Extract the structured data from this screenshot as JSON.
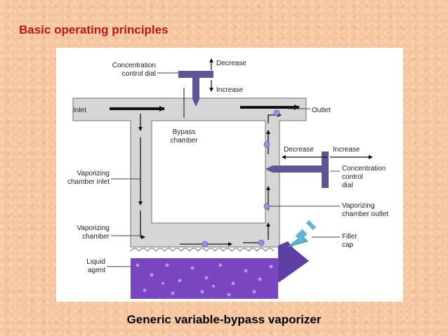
{
  "slide": {
    "title": "Basic operating principles",
    "caption": "Generic variable-bypass vaporizer"
  },
  "diagram": {
    "labels": {
      "concentration_dial_top_l1": "Concentration",
      "concentration_dial_top_l2": "control dial",
      "decrease_top": "Decrease",
      "increase_top": "Increase",
      "inlet": "Inlet",
      "outlet": "Outlet",
      "bypass_l1": "Bypass",
      "bypass_l2": "chamber",
      "decrease_right": "Decrease",
      "increase_right": "Increase",
      "concentration_right_l1": "Concentration",
      "concentration_right_l2": "control",
      "concentration_right_l3": "dial",
      "vap_inlet_l1": "Vaporizing",
      "vap_inlet_l2": "chamber inlet",
      "vap_outlet_l1": "Vaporizing",
      "vap_outlet_l2": "chamber outlet",
      "vap_chamber_l1": "Vaporizing",
      "vap_chamber_l2": "chamber",
      "filler_l1": "Filler",
      "filler_l2": "cap",
      "liquid_l1": "Liquid",
      "liquid_l2": "agent"
    },
    "colors": {
      "body": "#d6d6d6",
      "body_stroke": "#9a9a9a",
      "dial": "#5e5496",
      "liquid": "#7a45c0",
      "bubble": "#b09ae0",
      "filler_cap": "#5fb4d2",
      "arrow": "#111111"
    }
  }
}
